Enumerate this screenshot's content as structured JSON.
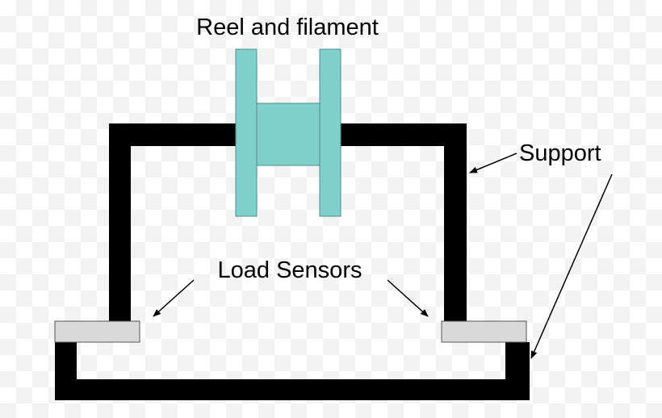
{
  "labels": {
    "reel": "Reel and filament",
    "support": "Support",
    "load_sensors": "Load Sensors"
  },
  "colors": {
    "structure": "#000000",
    "reel_fill": "#7fcfcb",
    "reel_stroke": "#4f8f8c",
    "sensor_fill": "#d9d9d9",
    "sensor_stroke": "#555555",
    "arrow": "#000000"
  }
}
